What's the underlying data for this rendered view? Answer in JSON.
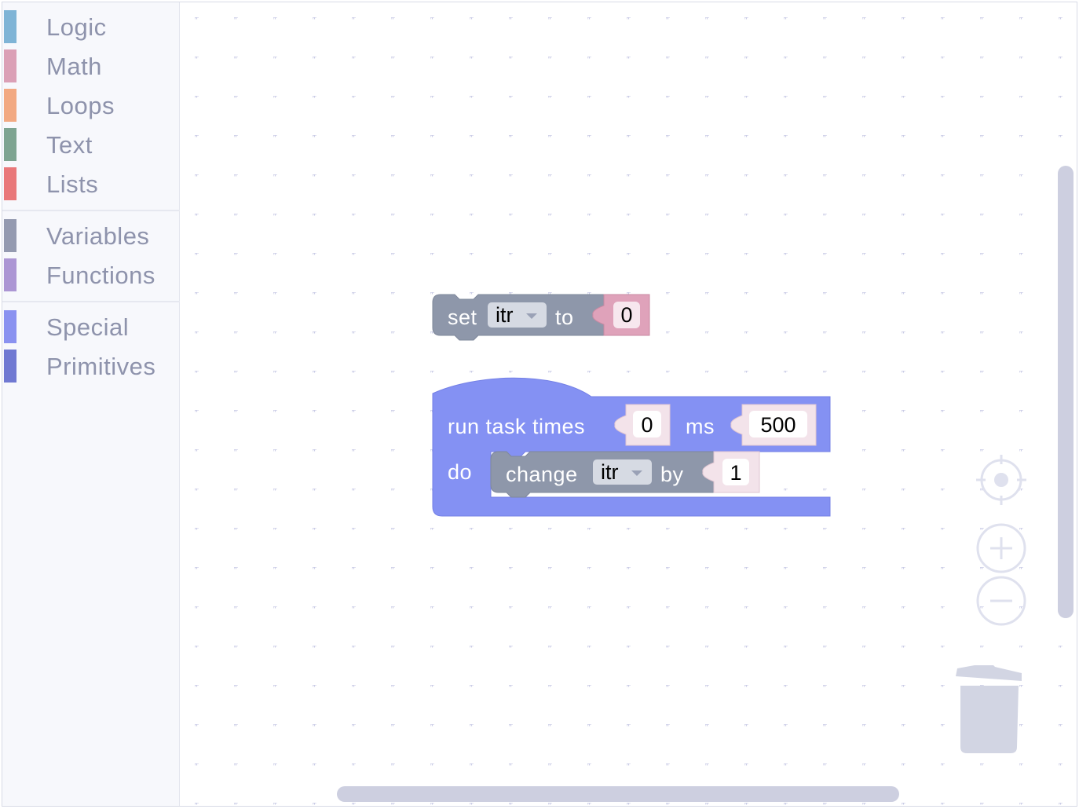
{
  "toolbox": {
    "categories": [
      {
        "label": "Logic",
        "color": "#7fb4d6"
      },
      {
        "label": "Math",
        "color": "#dba0b6"
      },
      {
        "label": "Loops",
        "color": "#f2a982"
      },
      {
        "label": "Text",
        "color": "#7ea491"
      },
      {
        "label": "Lists",
        "color": "#e9787a"
      },
      {
        "label": "Variables",
        "color": "#949ab0"
      },
      {
        "label": "Functions",
        "color": "#ac96d4"
      },
      {
        "label": "Special",
        "color": "#8a92f0"
      },
      {
        "label": "Primitives",
        "color": "#7079d2"
      }
    ]
  },
  "workspace": {
    "set_block": {
      "keyword": "set",
      "variable": "itr",
      "to_label": "to",
      "value": "0",
      "color": "#8e97aa",
      "value_color": "#dfa2ba"
    },
    "run_block": {
      "label": "run task times",
      "first_value": "0",
      "ms_label": "ms",
      "second_value": "500",
      "do_label": "do",
      "color": "#8491f3"
    },
    "change_block": {
      "keyword": "change",
      "variable": "itr",
      "by_label": "by",
      "value": "1",
      "color": "#8e97aa"
    }
  },
  "controls": {
    "recenter": "crosshair-icon",
    "zoom_in": "zoom-in-icon",
    "zoom_out": "zoom-out-icon",
    "trash": "trash-icon"
  }
}
